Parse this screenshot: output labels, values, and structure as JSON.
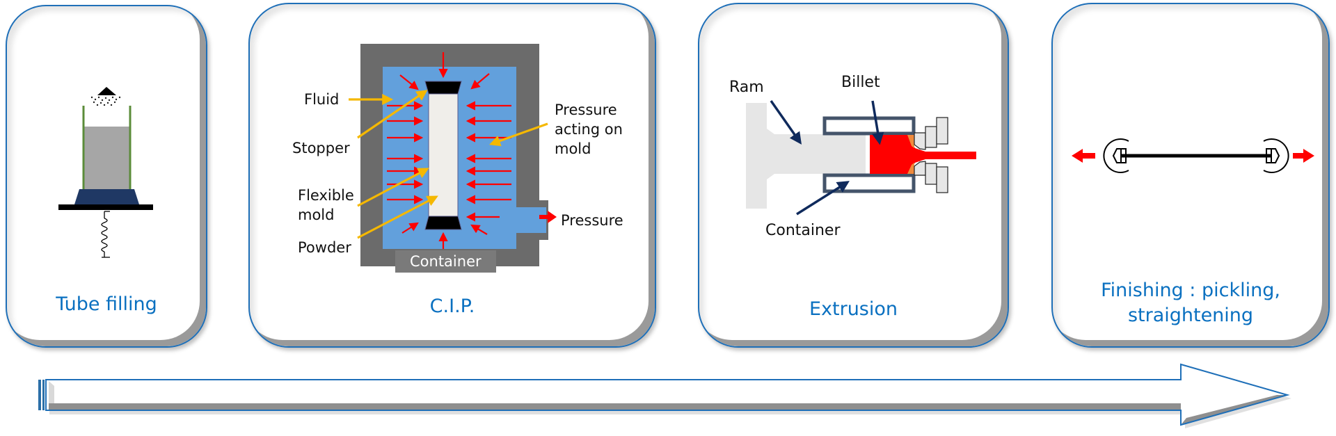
{
  "process": {
    "steps": [
      {
        "id": "tube-filling",
        "title": "Tube filling"
      },
      {
        "id": "cip",
        "title": "C.I.P."
      },
      {
        "id": "extrusion",
        "title": "Extrusion"
      },
      {
        "id": "finishing",
        "title_line1": "Finishing : pickling,",
        "title_line2": "straightening"
      }
    ],
    "cip_labels": {
      "fluid": "Fluid",
      "stopper": "Stopper",
      "flexible_mold_line1": "Flexible",
      "flexible_mold_line2": "mold",
      "powder": "Powder",
      "pressure_acting_line1": "Pressure",
      "pressure_acting_line2": "acting on",
      "pressure_acting_line3": "mold",
      "pressure": "Pressure",
      "container": "Container"
    },
    "extrusion_labels": {
      "ram": "Ram",
      "billet": "Billet",
      "container": "Container"
    },
    "colors": {
      "title_blue": "#0a70c0",
      "card_border": "#1e6fb8",
      "fluid_blue": "#62a0dc",
      "vessel_gray": "#6b6b6b",
      "pressure_red": "#ff0000",
      "pointer_yellow": "#f5b800",
      "pointer_navy": "#0f2a5c",
      "tube_green": "#5b8c3a",
      "base_navy": "#1f3864"
    }
  }
}
